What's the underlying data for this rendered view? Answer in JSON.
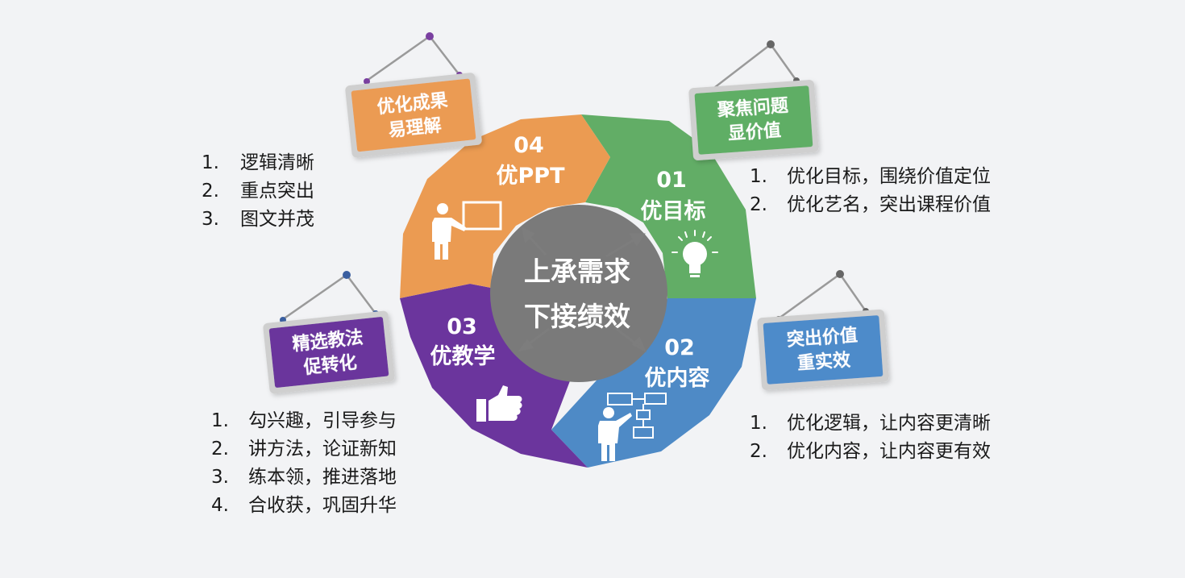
{
  "center": {
    "line1": "上承需求",
    "line2": "下接绩效"
  },
  "segments": [
    {
      "num": "01",
      "title": "优目标",
      "color": "#62ad66"
    },
    {
      "num": "02",
      "title": "优内容",
      "color": "#4e8ac6"
    },
    {
      "num": "03",
      "title": "优教学",
      "color": "#6b359d"
    },
    {
      "num": "04",
      "title": "优PPT",
      "color": "#eb9b52"
    }
  ],
  "signs": {
    "s01": {
      "line1": "聚焦问题",
      "line2": "显价值",
      "color": "#5fae65"
    },
    "s02": {
      "line1": "突出价值",
      "line2": "重实效",
      "color": "#4d8bca"
    },
    "s03": {
      "line1": "精选教法",
      "line2": "促转化",
      "color": "#6a359c"
    },
    "s04": {
      "line1": "优化成果",
      "line2": "易理解",
      "color": "#eb9b52"
    }
  },
  "lists": {
    "l01": [
      {
        "num": "1.",
        "text": "优化目标，围绕价值定位"
      },
      {
        "num": "2.",
        "text": "优化艺名，突出课程价值"
      }
    ],
    "l02": [
      {
        "num": "1.",
        "text": "优化逻辑，让内容更清晰"
      },
      {
        "num": "2.",
        "text": "优化内容，让内容更有效"
      }
    ],
    "l03": [
      {
        "num": "1.",
        "text": "勾兴趣，引导参与"
      },
      {
        "num": "2.",
        "text": "讲方法，论证新知"
      },
      {
        "num": "3.",
        "text": "练本领，推进落地"
      },
      {
        "num": "4.",
        "text": "合收获，巩固升华"
      }
    ],
    "l04": [
      {
        "num": "1.",
        "text": "逻辑清晰"
      },
      {
        "num": "2.",
        "text": "重点突出"
      },
      {
        "num": "3.",
        "text": "图文并茂"
      }
    ]
  },
  "icons": {
    "lightbulb": "lightbulb-icon",
    "teacher_board": "presenter-board-icon",
    "flowchart_person": "person-flowchart-icon",
    "thumbs_up": "thumbs-up-icon"
  },
  "accent_colors": {
    "center": "#7a7a7a",
    "arrows": "#7d7d7d",
    "sign_frame": "#c8c8c8"
  }
}
